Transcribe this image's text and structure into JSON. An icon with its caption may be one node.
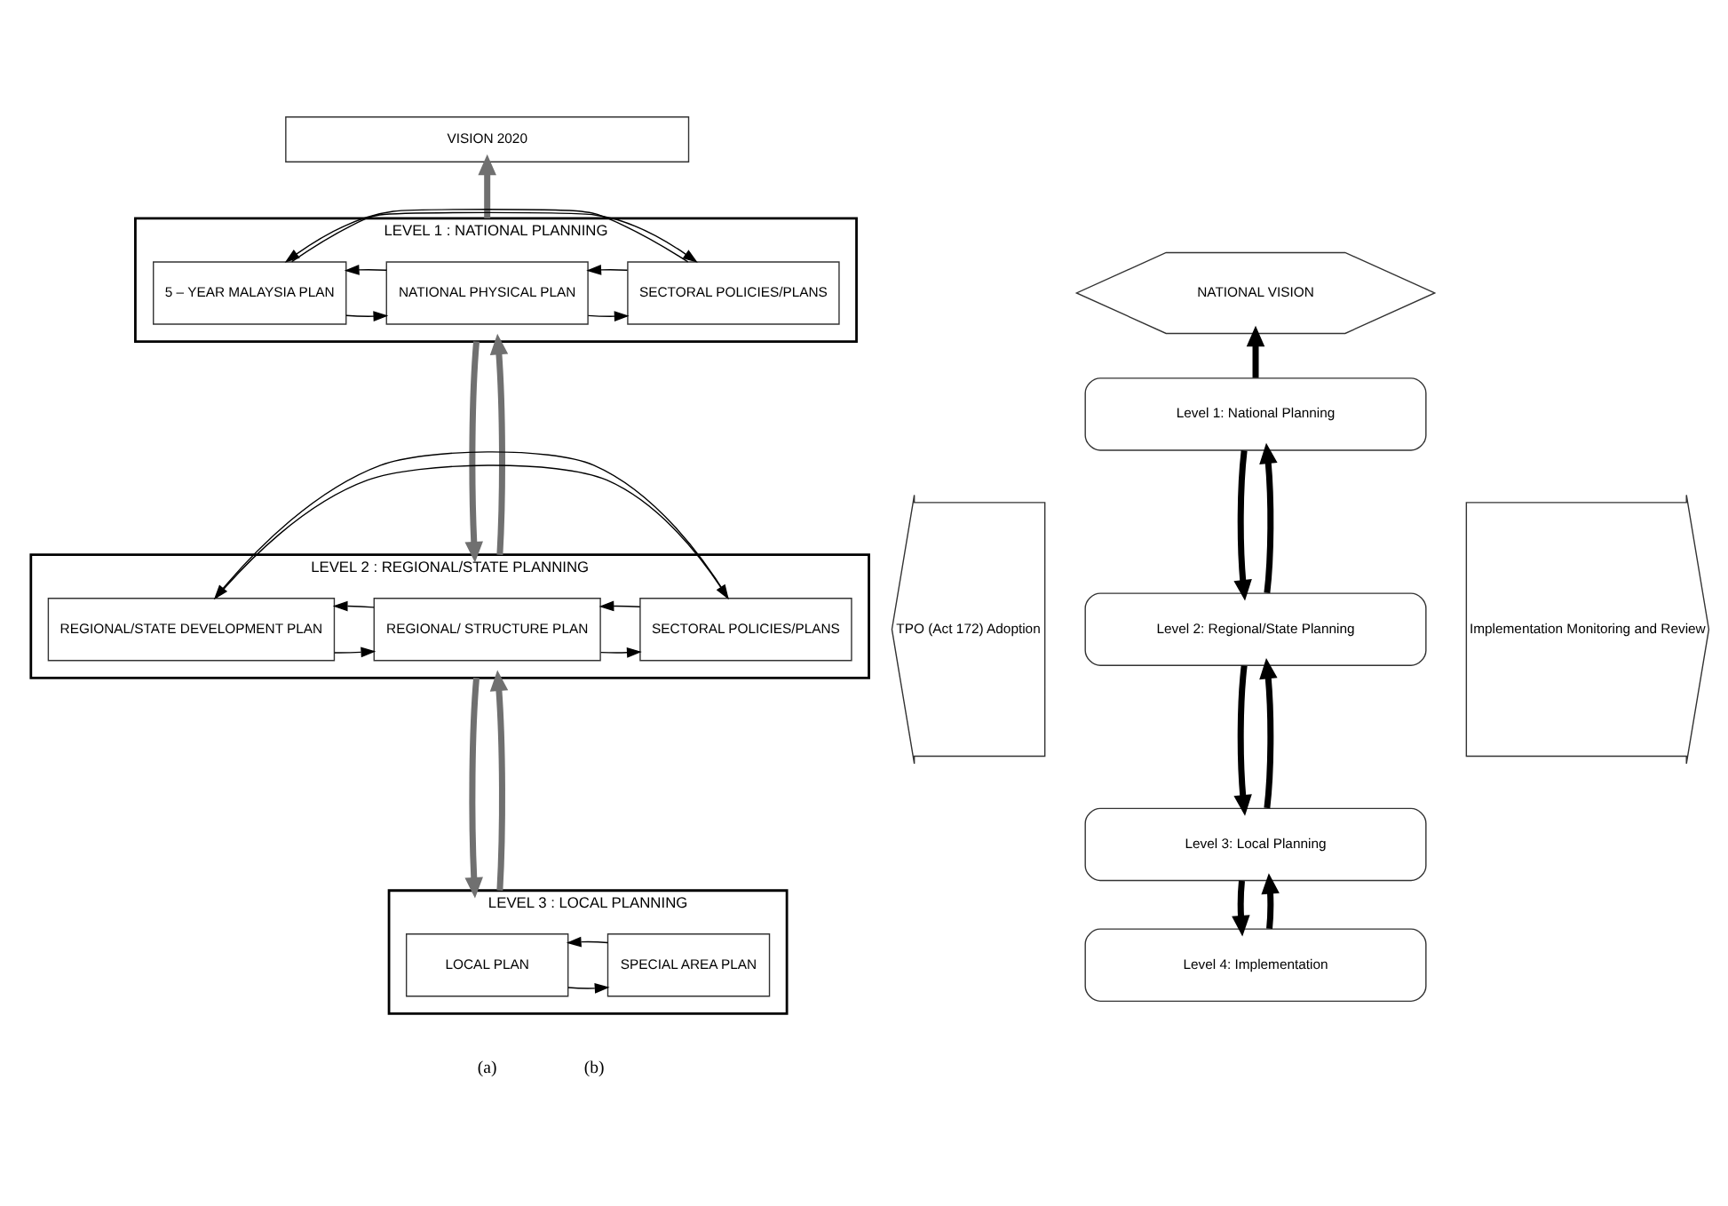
{
  "diagram": {
    "nodes": [
      {
        "text": [
          "VISION 2020"
        ]
      },
      {
        "text": [
          "LEVEL 1 : NATIONAL PLANNING"
        ]
      },
      {
        "text": [
          "5 – YEAR MALAYSIA PLAN"
        ],
        "in": 1
      },
      {
        "text": [
          "NATIONAL PHYSICAL PLAN"
        ],
        "in": 1
      },
      {
        "text": [
          "SECTORAL POLICIES/PLANS"
        ],
        "in": 1
      },
      {
        "text": [
          "LEVEL 2 : REGIONAL/STATE PLANNING"
        ]
      },
      {
        "text": [
          "REGIONAL/STATE DEVELOPMENT PLAN"
        ],
        "in": 5
      },
      {
        "text": [
          "REGIONAL/ STRUCTURE PLAN"
        ],
        "in": 5
      },
      {
        "text": [
          "SECTORAL POLICIES/PLANS"
        ],
        "in": 5
      },
      {
        "text": [
          "LEVEL 3 : LOCAL PLANNING"
        ]
      },
      {
        "text": [
          "LOCAL PLAN"
        ],
        "in": 9
      },
      {
        "text": [
          "SPECIAL AREA PLAN"
        ],
        "in": 9
      },
      {
        "text": [
          "NATIONAL VISION"
        ]
      },
      {
        "text": [
          "Level 1: National Planning"
        ]
      },
      {
        "text": [
          "Level 2: Regional/State Planning"
        ]
      },
      {
        "text": [
          "Level 3: Local Planning"
        ]
      },
      {
        "text": [
          "Level 4: Implementation"
        ]
      },
      {
        "text": [
          "TPO (Act 172) Adoption"
        ]
      },
      {
        "text": [
          "Implementation Monitoring and Review"
        ]
      }
    ],
    "edges": [
      {
        "from": 1,
        "to": 0,
        "arrow": "to",
        "style": "thick",
        "color": "#707070"
      },
      {
        "from": 2,
        "to": 3,
        "arrow": "to"
      },
      {
        "from": 3,
        "to": 2,
        "arrow": "to"
      },
      {
        "from": 3,
        "to": 4,
        "arrow": "to"
      },
      {
        "from": 4,
        "to": 3,
        "arrow": "to"
      },
      {
        "from": 2,
        "to": 4,
        "arrow": "to"
      },
      {
        "from": 4,
        "to": 2,
        "arrow": "to"
      },
      {
        "from": 1,
        "to": 5,
        "arrow": "to",
        "style": "thick",
        "color": "#707070"
      },
      {
        "from": 5,
        "to": 1,
        "arrow": "to",
        "style": "thick",
        "color": "#707070"
      },
      {
        "from": 6,
        "to": 7,
        "arrow": "to"
      },
      {
        "from": 7,
        "to": 6,
        "arrow": "to"
      },
      {
        "from": 7,
        "to": 8,
        "arrow": "to"
      },
      {
        "from": 8,
        "to": 7,
        "arrow": "to"
      },
      {
        "from": 6,
        "to": 8,
        "arrow": "to"
      },
      {
        "from": 8,
        "to": 6,
        "arrow": "to"
      },
      {
        "from": 5,
        "to": 9,
        "arrow": "to",
        "style": "thick",
        "color": "#707070"
      },
      {
        "from": 9,
        "to": 5,
        "arrow": "to",
        "style": "thick",
        "color": "#707070"
      },
      {
        "from": 10,
        "to": 11,
        "arrow": "to"
      },
      {
        "from": 11,
        "to": 10,
        "arrow": "to"
      },
      {
        "from": 13,
        "to": 12,
        "arrow": "to",
        "style": "thick"
      },
      {
        "from": 13,
        "to": 14,
        "arrow": "to",
        "style": "thick"
      },
      {
        "from": 14,
        "to": 13,
        "arrow": "to",
        "style": "thick"
      },
      {
        "from": 14,
        "to": 15,
        "arrow": "to",
        "style": "thick"
      },
      {
        "from": 15,
        "to": 14,
        "arrow": "to",
        "style": "thick"
      },
      {
        "from": 15,
        "to": 16,
        "arrow": "to",
        "style": "thick"
      },
      {
        "from": 16,
        "to": 15,
        "arrow": "to",
        "style": "thick"
      }
    ],
    "labels": [
      "(a)",
      "(b)"
    ]
  }
}
